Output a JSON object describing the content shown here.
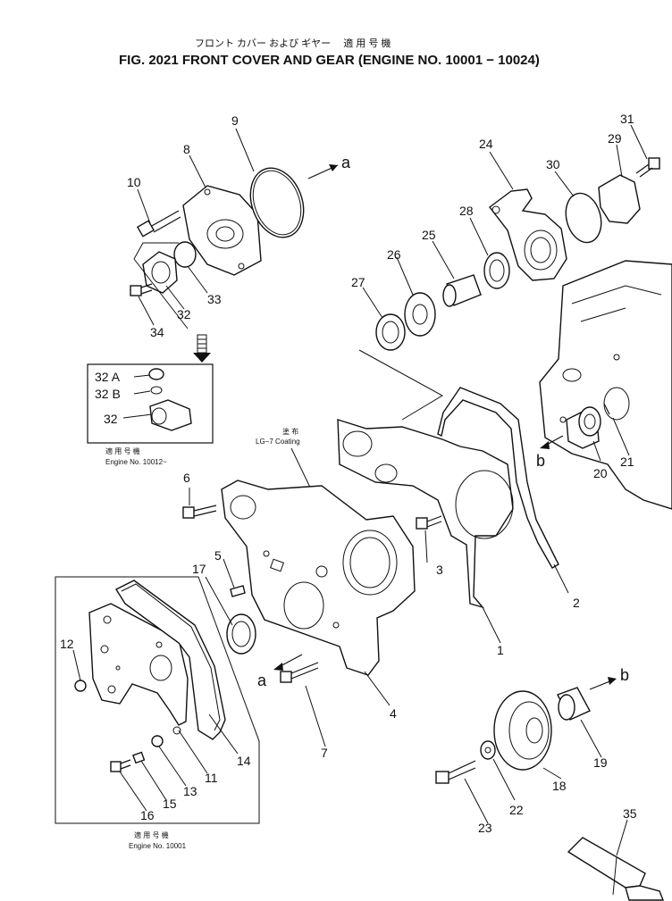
{
  "header": {
    "japanese_title": "フロント カバー および ギヤー　 適 用 号 機",
    "title": "FIG. 2021  FRONT COVER AND GEAR (ENGINE NO. 10001 − 10024)"
  },
  "inset_top": {
    "labels": [
      "32 A",
      "32 B",
      "32"
    ],
    "caption_jp": "適 用 号 機",
    "caption": "Engine  No.  10012~"
  },
  "inset_bottom": {
    "caption_jp": "適 用 号 機",
    "caption": "Engine  No.  10001"
  },
  "coating": {
    "jp": "塗 布",
    "text": "LG−7  Coating"
  },
  "arrow_labels": {
    "a_top": "a",
    "a_mid": "a",
    "b_right": "b",
    "b_mid": "b"
  },
  "callouts": [
    "1",
    "2",
    "3",
    "4",
    "5",
    "6",
    "7",
    "8",
    "9",
    "10",
    "11",
    "12",
    "13",
    "14",
    "15",
    "16",
    "17",
    "18",
    "19",
    "20",
    "21",
    "22",
    "23",
    "24",
    "25",
    "26",
    "27",
    "28",
    "29",
    "30",
    "31",
    "33",
    "34",
    "35"
  ]
}
